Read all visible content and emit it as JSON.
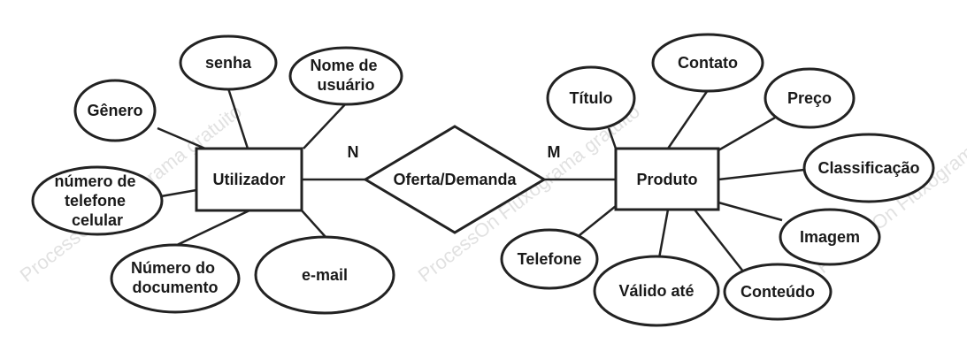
{
  "watermark": "ProcessOn Fluxograma gratuito",
  "relationship": {
    "label": "Oferta/Demanda"
  },
  "cardinality": {
    "left": "N",
    "right": "M"
  },
  "entities": {
    "utilizador": "Utilizador",
    "produto": "Produto"
  },
  "attributes": {
    "senha": "senha",
    "nome_usuario": [
      "Nome de",
      "usuário"
    ],
    "genero": "Gênero",
    "telefone_celular": [
      "número de",
      "telefone",
      "celular"
    ],
    "numero_documento": [
      "Número do",
      "documento"
    ],
    "email": "e-mail",
    "titulo": "Título",
    "contato": "Contato",
    "preco": "Preço",
    "classificacao": "Classificação",
    "imagem": "Imagem",
    "conteudo": "Conteúdo",
    "valido_ate": "Válido até",
    "telefone": "Telefone"
  }
}
